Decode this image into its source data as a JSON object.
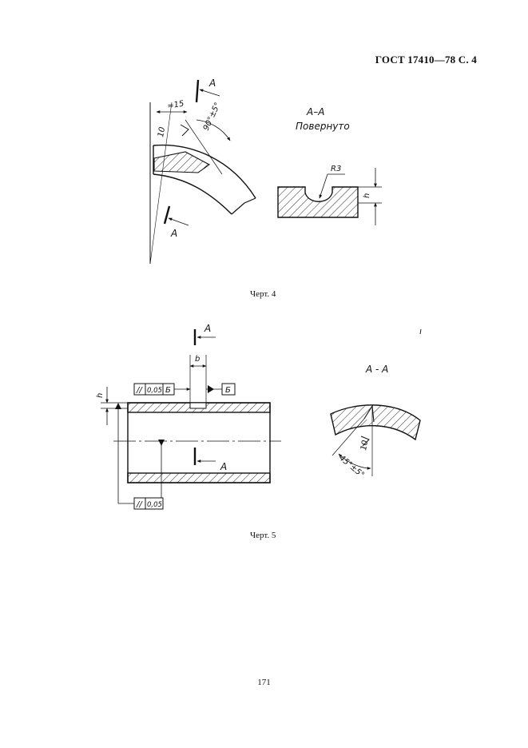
{
  "header": {
    "standard": "ГОСТ 17410—78 С. 4"
  },
  "figure4": {
    "caption": "Черт. 4",
    "section_letter": "А",
    "section_title": "А–А",
    "section_note": "Повернуто",
    "dim_width": "≈15",
    "dim_angle": "90°±5°",
    "roughness": "10",
    "radius": "R3",
    "height": "h"
  },
  "figure5": {
    "caption": "Черт. 5",
    "section_letter": "А",
    "section_title": "А - А",
    "width": "b",
    "height": "h",
    "tolerance_symbol": "//",
    "tolerance_value": "0,05",
    "datum": "Б",
    "roughness": "10",
    "dim_angle": "45°±5°"
  },
  "page": {
    "number": "171"
  }
}
